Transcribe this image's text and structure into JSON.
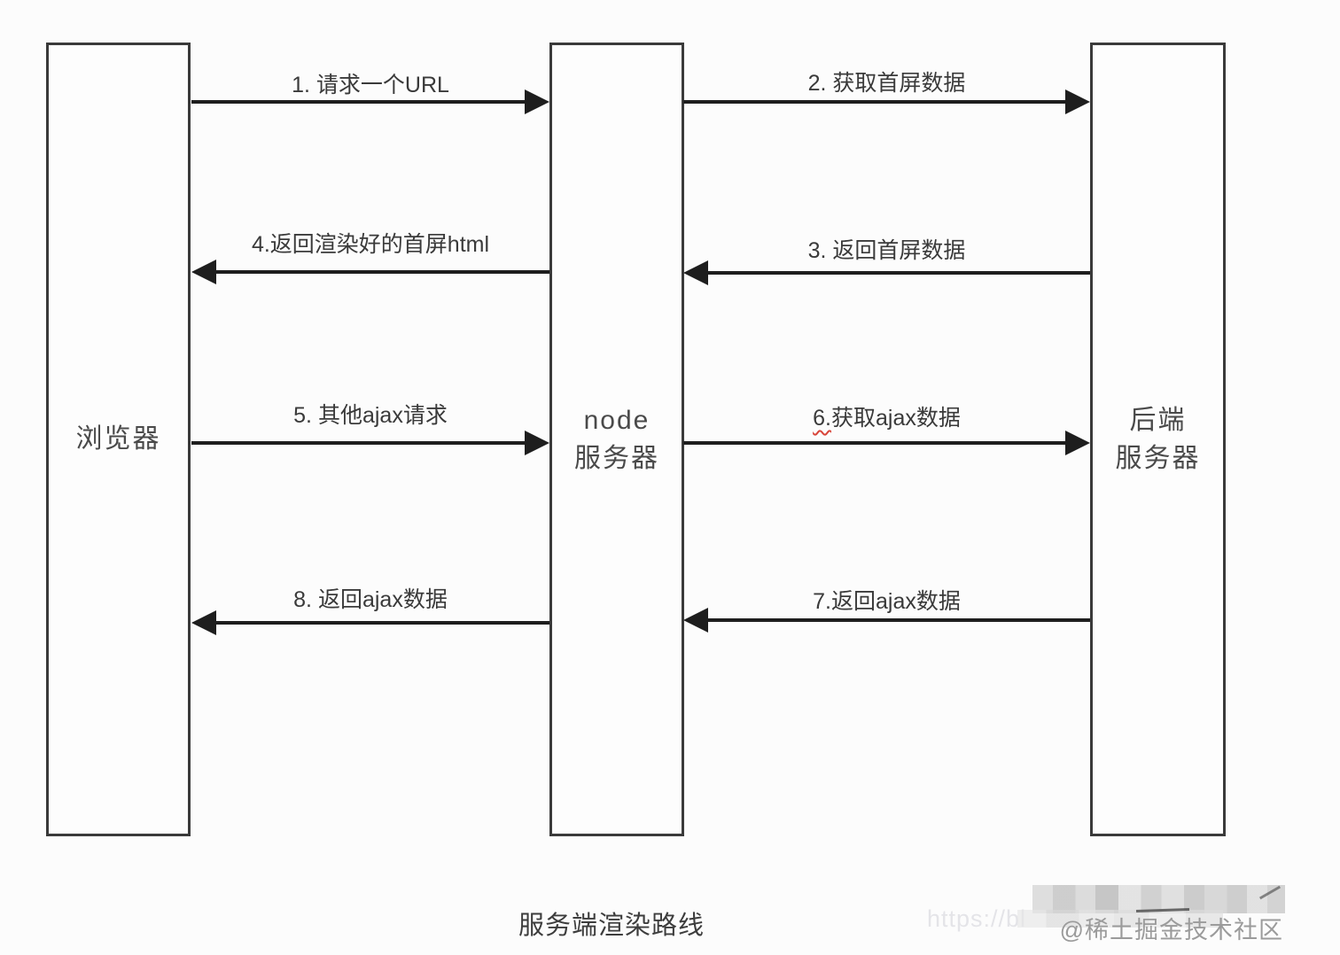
{
  "diagram": {
    "caption": "服务端渲染路线",
    "nodes": {
      "browser": "浏览器",
      "node_line1": "node",
      "node_line2": "服务器",
      "backend_line1": "后端",
      "backend_line2": "服务器"
    },
    "arrows": {
      "a1": {
        "label": "1. 请求一个URL",
        "from": "browser",
        "to": "node-server",
        "direction": "right"
      },
      "a2": {
        "label": "2. 获取首屏数据",
        "from": "node-server",
        "to": "backend-server",
        "direction": "right"
      },
      "a3": {
        "label": "3. 返回首屏数据",
        "from": "backend-server",
        "to": "node-server",
        "direction": "left"
      },
      "a4": {
        "label": "4.返回渲染好的首屏html",
        "from": "node-server",
        "to": "browser",
        "direction": "left"
      },
      "a5": {
        "label": "5. 其他ajax请求",
        "from": "browser",
        "to": "node-server",
        "direction": "right"
      },
      "a6": {
        "label_number": "6.",
        "label_text": "获取ajax数据",
        "from": "node-server",
        "to": "backend-server",
        "direction": "right"
      },
      "a7": {
        "label": "7.返回ajax数据",
        "from": "backend-server",
        "to": "node-server",
        "direction": "left"
      },
      "a8": {
        "label": "8. 返回ajax数据",
        "from": "node-server",
        "to": "browser",
        "direction": "left"
      }
    },
    "watermark": {
      "faint_url": "https://bl",
      "community": "@稀土掘金技术社区"
    },
    "colors": {
      "background": "#fcfcfc",
      "box_border": "#3a3a3a",
      "arrow_line": "#1e1e1e",
      "label_text": "#3a3a3a",
      "squiggle_red": "#d8453a",
      "watermark_gray": "#9b9b9b"
    }
  }
}
